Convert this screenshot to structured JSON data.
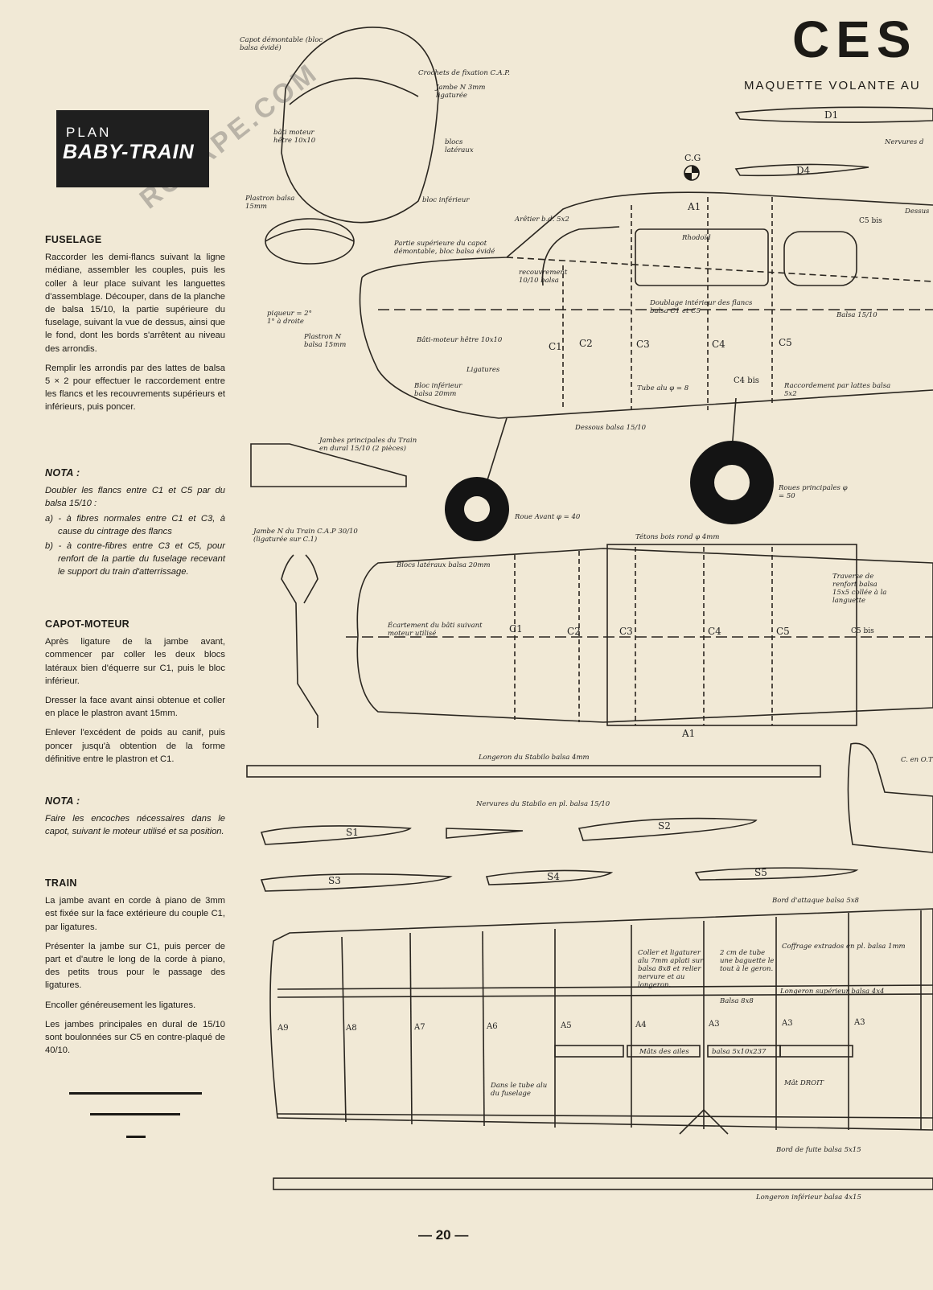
{
  "header": {
    "title": "CES",
    "subtitle": "MAQUETTE VOLANTE AU"
  },
  "plan_box": {
    "line1": "PLAN",
    "line2": "BABY-TRAIN"
  },
  "watermark": "RCSAPE.COM",
  "sections": {
    "fuselage": {
      "heading": "FUSELAGE",
      "p1": "Raccorder les demi-flancs suivant la ligne médiane, assembler les couples, puis les coller à leur place suivant les languettes d'assemblage. Découper, dans de la planche de balsa 15/10, la partie supérieure du fuselage, suivant la vue de dessus, ainsi que le fond, dont les bords s'arrêtent au niveau des arrondis.",
      "p2": "Remplir les arrondis par des lattes de balsa 5 × 2 pour effectuer le raccordement entre les flancs et les recouvrements supérieurs et inférieurs, puis poncer."
    },
    "nota1": {
      "heading": "NOTA :",
      "intro": "Doubler les flancs entre C1 et C5 par du balsa 15/10 :",
      "a": "a) - à fibres normales entre C1 et C3, à cause du cintrage des flancs",
      "b": "b) - à contre-fibres entre C3 et C5, pour renfort de la partie du fuselage recevant le support du train d'atterrissage."
    },
    "capot": {
      "heading": "CAPOT-MOTEUR",
      "p1": "Après ligature de la jambe avant, commencer par coller les deux blocs latéraux bien d'équerre sur C1, puis le bloc inférieur.",
      "p2": "Dresser la face avant ainsi obtenue et coller en place le plastron avant 15mm.",
      "p3": "Enlever l'excédent de poids au canif, puis poncer jusqu'à obtention de la forme définitive entre le plastron et C1."
    },
    "nota2": {
      "heading": "NOTA :",
      "text": "Faire les encoches nécessaires dans le capot, suivant le moteur utilisé et sa position."
    },
    "train": {
      "heading": "TRAIN",
      "p1": "La jambe avant en corde à piano de 3mm est fixée sur la face extérieure du couple C1, par ligatures.",
      "p2": "Présenter la jambe sur C1, puis percer de part et d'autre le long de la corde à piano, des petits trous pour le passage des ligatures.",
      "p3": "Encoller généreusement les ligatures.",
      "p4": "Les jambes principales en dural de 15/10 sont boulonnées sur C5 en contre-plaqué de 40/10."
    }
  },
  "drawing_notes": {
    "capot_demontable": "Capot démontable (bloc balsa évidé)",
    "crochets": "Crochets de fixation C.A.P.",
    "jambe_n": "Jambe N 3mm ligaturée",
    "bati": "bâti moteur hêtre 10x10",
    "blocs_lat": "blocs latéraux",
    "bloc_inf": "bloc inférieur",
    "plastron": "Plastron balsa 15mm",
    "arelier": "Arêtier b.d. 5x2",
    "partie_sup": "Partie supérieure du capot démontable, bloc balsa évidé",
    "recouvrement": "recouvrement 10/10 balsa",
    "rhodoid": "Rhodoïd",
    "doublage": "Doublage intérieur des flancs balsa C1 et C5",
    "balsa_15": "Balsa 15/10",
    "piqueur": "piqueur = 2° 1° à droite",
    "plastron_n": "Plastron N balsa 15mm",
    "bati_moteur": "Bâti-moteur hêtre 10x10",
    "ligatures": "Ligatures",
    "bloc_inferieur": "Bloc inférieur balsa 20mm",
    "tube_alu": "Tube alu φ = 8",
    "raccordement": "Raccordement par lattes balsa 5x2",
    "dessous": "Dessous balsa 15/10",
    "jambes_princ": "Jambes principales du Train en dural 15/10 (2 pièces)",
    "roue_avant": "Roue Avant φ = 40",
    "roues_princ": "Roues principales φ = 50",
    "jambe_train": "Jambe N du Train C.A.P 30/10 (ligaturée sur C.1)",
    "tetons": "Tétons bois rond φ 4mm",
    "blocs_lat_balsa": "Blocs latéraux balsa 20mm",
    "ecartement": "Écartement du bâti suivant moteur utilisé",
    "traverse": "Traverse de renfort balsa 15x5 collée à la languette",
    "longeron_stab": "Longeron du Stabilo balsa 4mm",
    "nervures_stab": "Nervures du Stabilo en pl. balsa 15/10",
    "bord_attaque": "Bord d'attaque balsa 5x8",
    "coller": "Coller et ligaturer alu 7mm aplati sur balsa 8x8 et relier nervure et au longeron.",
    "tube_2cm": "2 cm de tube une baguette le tout à le geron.",
    "coffrage": "Coffrage extrados en pl. balsa 1mm",
    "balsa_8x8": "Balsa 8x8",
    "longeron_sup": "Longeron supérieur balsa 4x4",
    "mats": "Mâts des ailes",
    "balsa_mat": "balsa 5x10x237",
    "mat_droit": "Mât DROIT",
    "dans_tube": "Dans le tube alu du fuselage",
    "bord_fuite": "Bord de fuite balsa 5x15",
    "longeron_inf": "Longeron inférieur balsa 4x15",
    "nervures_d": "Nervures d",
    "dessus": "Dessus",
    "cg": "C.G",
    "c_en_ot": "C. en O.T"
  },
  "part_labels": {
    "d1": "D1",
    "d4": "D4",
    "a1": "A1",
    "a1b": "A1",
    "c1": "C1",
    "c2": "C2",
    "c3": "C3",
    "c4": "C4",
    "c5": "C5",
    "c5bis": "C5 bis",
    "c4bis": "C4 bis",
    "c1b": "C1",
    "c2b": "C2",
    "c3b": "C3",
    "c4b": "C4",
    "c5b": "C5",
    "c5bisb": "C5 bis",
    "s1": "S1",
    "s2": "S2",
    "s3": "S3",
    "s4": "S4",
    "s5": "S5",
    "ribs": [
      "A9",
      "A8",
      "A7",
      "A6",
      "A5",
      "A4",
      "A3",
      "A3",
      "A3"
    ]
  },
  "footer": {
    "page": "— 20 —"
  }
}
